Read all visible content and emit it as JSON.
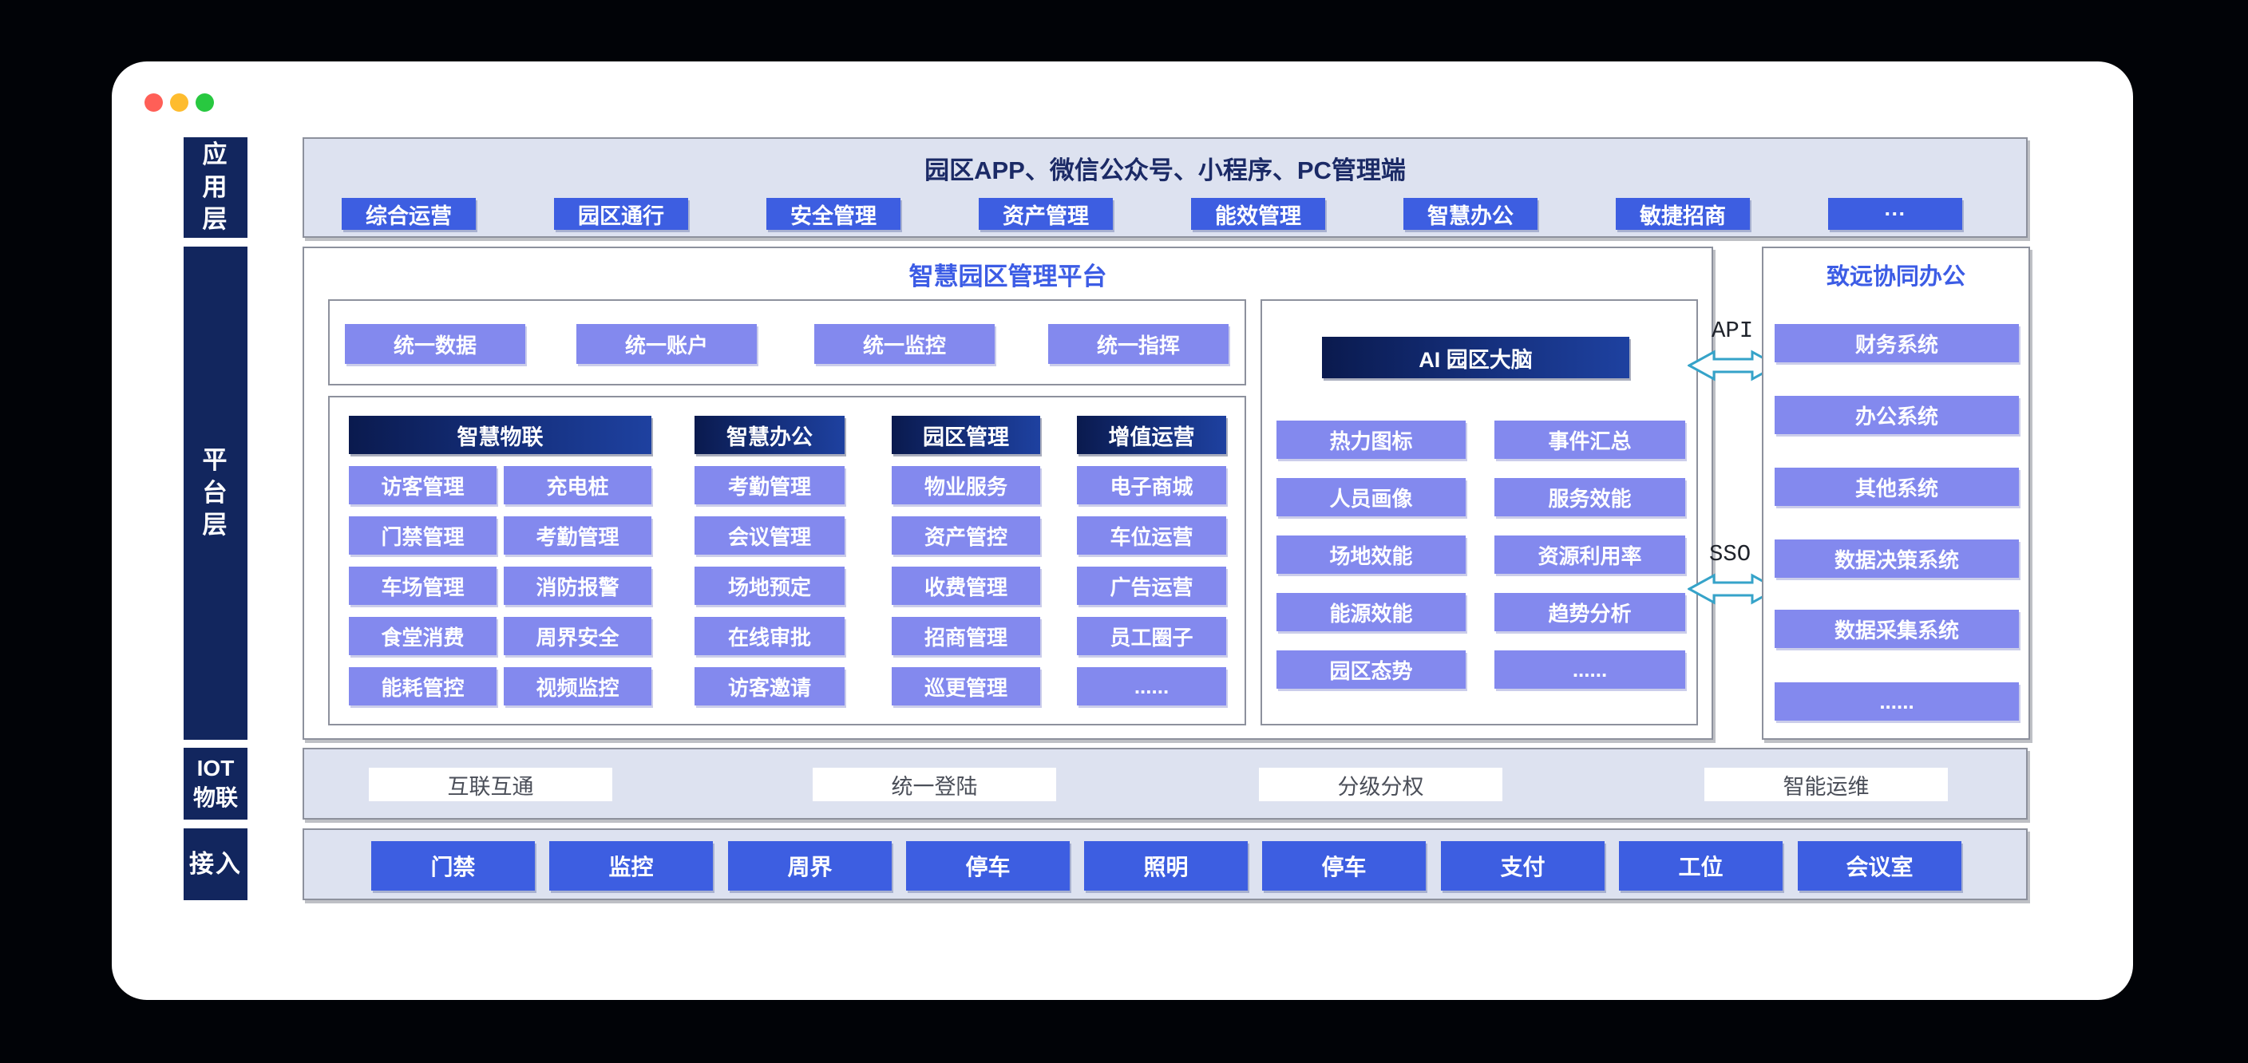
{
  "window": {
    "traffic_lights": [
      "#ff5f57",
      "#febc2e",
      "#28c840"
    ]
  },
  "layers": [
    {
      "id": "app",
      "label": "应\n用\n层"
    },
    {
      "id": "platform",
      "label": "平\n台\n层"
    },
    {
      "id": "iot",
      "label": "IOT\n物联"
    },
    {
      "id": "access",
      "label": "接入"
    }
  ],
  "app_layer": {
    "title": "园区APP、微信公众号、小程序、PC管理端",
    "buttons": [
      "综合运营",
      "园区通行",
      "安全管理",
      "资产管理",
      "能效管理",
      "智慧办公",
      "敏捷招商",
      "···"
    ]
  },
  "platform": {
    "title": "智慧园区管理平台",
    "unified": [
      "统一数据",
      "统一账户",
      "统一监控",
      "统一指挥"
    ],
    "groups": [
      {
        "header": "智慧物联",
        "items": [
          "访客管理",
          "充电桩",
          "门禁管理",
          "考勤管理",
          "车场管理",
          "消防报警",
          "食堂消费",
          "周界安全",
          "能耗管控",
          "视频监控"
        ]
      },
      {
        "header": "智慧办公",
        "items": [
          "考勤管理",
          "会议管理",
          "场地预定",
          "在线审批",
          "访客邀请"
        ]
      },
      {
        "header": "园区管理",
        "items": [
          "物业服务",
          "资产管控",
          "收费管理",
          "招商管理",
          "巡更管理"
        ]
      },
      {
        "header": "增值运营",
        "items": [
          "电子商城",
          "车位运营",
          "广告运营",
          "员工圈子",
          "......"
        ]
      }
    ],
    "ai": {
      "header": "AI 园区大脑",
      "items": [
        "热力图标",
        "事件汇总",
        "人员画像",
        "服务效能",
        "场地效能",
        "资源利用率",
        "能源效能",
        "趋势分析",
        "园区态势",
        "......"
      ]
    }
  },
  "connectors": [
    {
      "label": "API"
    },
    {
      "label": "SSO"
    }
  ],
  "partner": {
    "title": "致远协同办公",
    "items": [
      "财务系统",
      "办公系统",
      "其他系统",
      "数据决策系统",
      "数据采集系统",
      "......"
    ]
  },
  "iot_layer": {
    "items": [
      "互联互通",
      "统一登陆",
      "分级分权",
      "智能运维"
    ]
  },
  "access_layer": {
    "items": [
      "门禁",
      "监控",
      "周界",
      "停车",
      "照明",
      "停车",
      "支付",
      "工位",
      "会议室"
    ]
  },
  "colors": {
    "accent_blue": "#3d5ee1",
    "box_purple": "#8389ee",
    "navy_label": "#12265e",
    "header_gradient_start": "#0a1a4e",
    "header_gradient_end": "#1e41a0",
    "band_background": "#dde2f0",
    "title_blue": "#3c5ce5",
    "arrow_cyan": "#35a3c9",
    "page_background": "#010307"
  }
}
